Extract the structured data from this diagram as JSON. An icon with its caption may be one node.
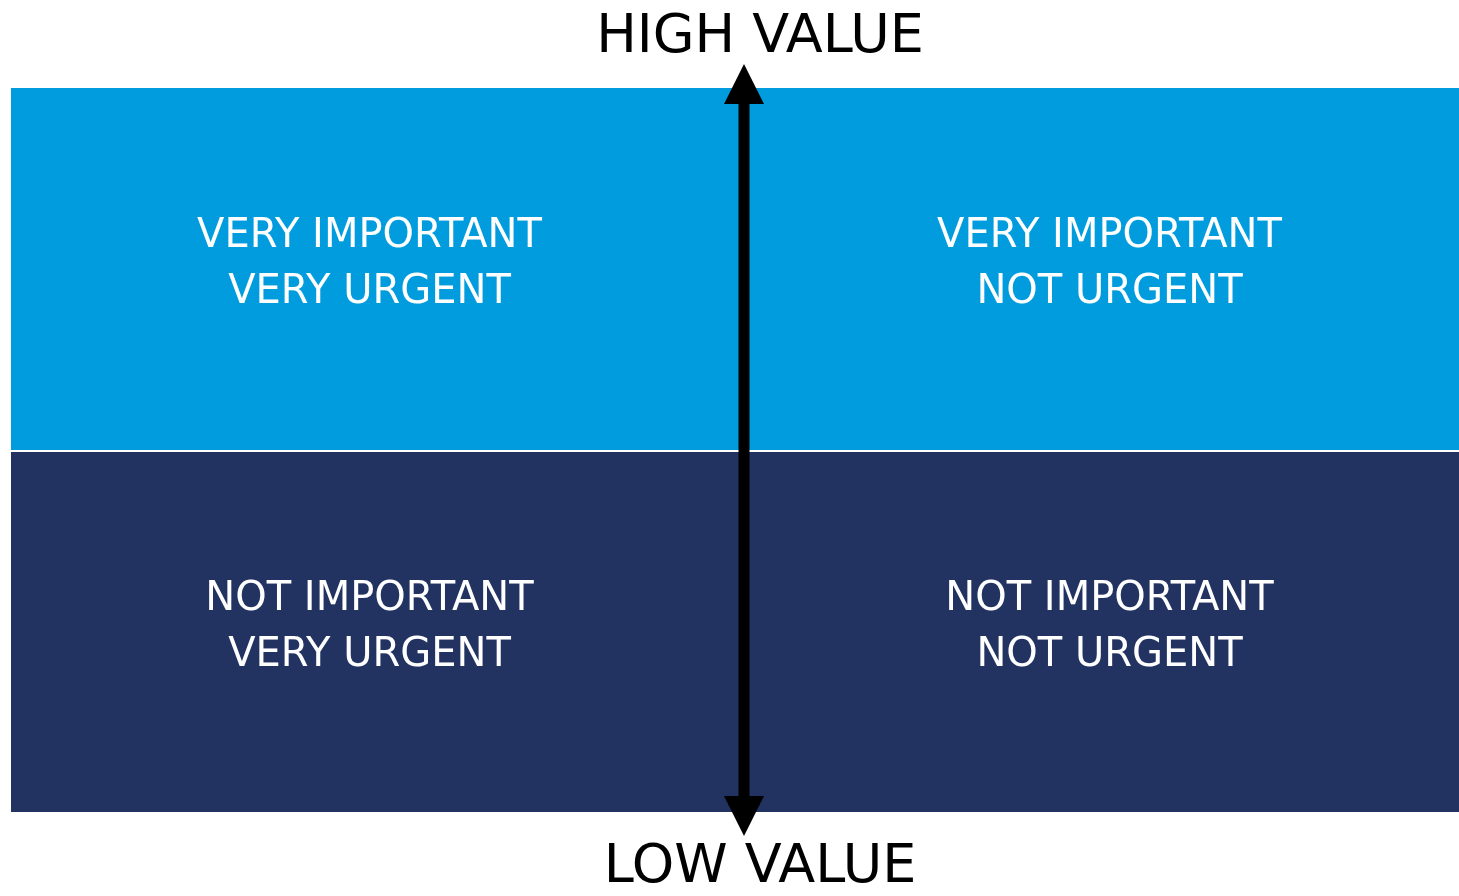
{
  "diagram": {
    "nodes": [
      {
        "text": [
          "VERY IMPORTANT",
          "VERY URGENT"
        ]
      },
      {
        "text": [
          "VERY IMPORTANT",
          "NOT URGENT"
        ]
      },
      {
        "text": [
          "NOT IMPORTANT",
          "VERY URGENT"
        ]
      },
      {
        "text": [
          "NOT IMPORTANT",
          "NOT URGENT"
        ]
      }
    ],
    "labels": [
      "HIGH VALUE",
      "LOW VALUE"
    ]
  }
}
